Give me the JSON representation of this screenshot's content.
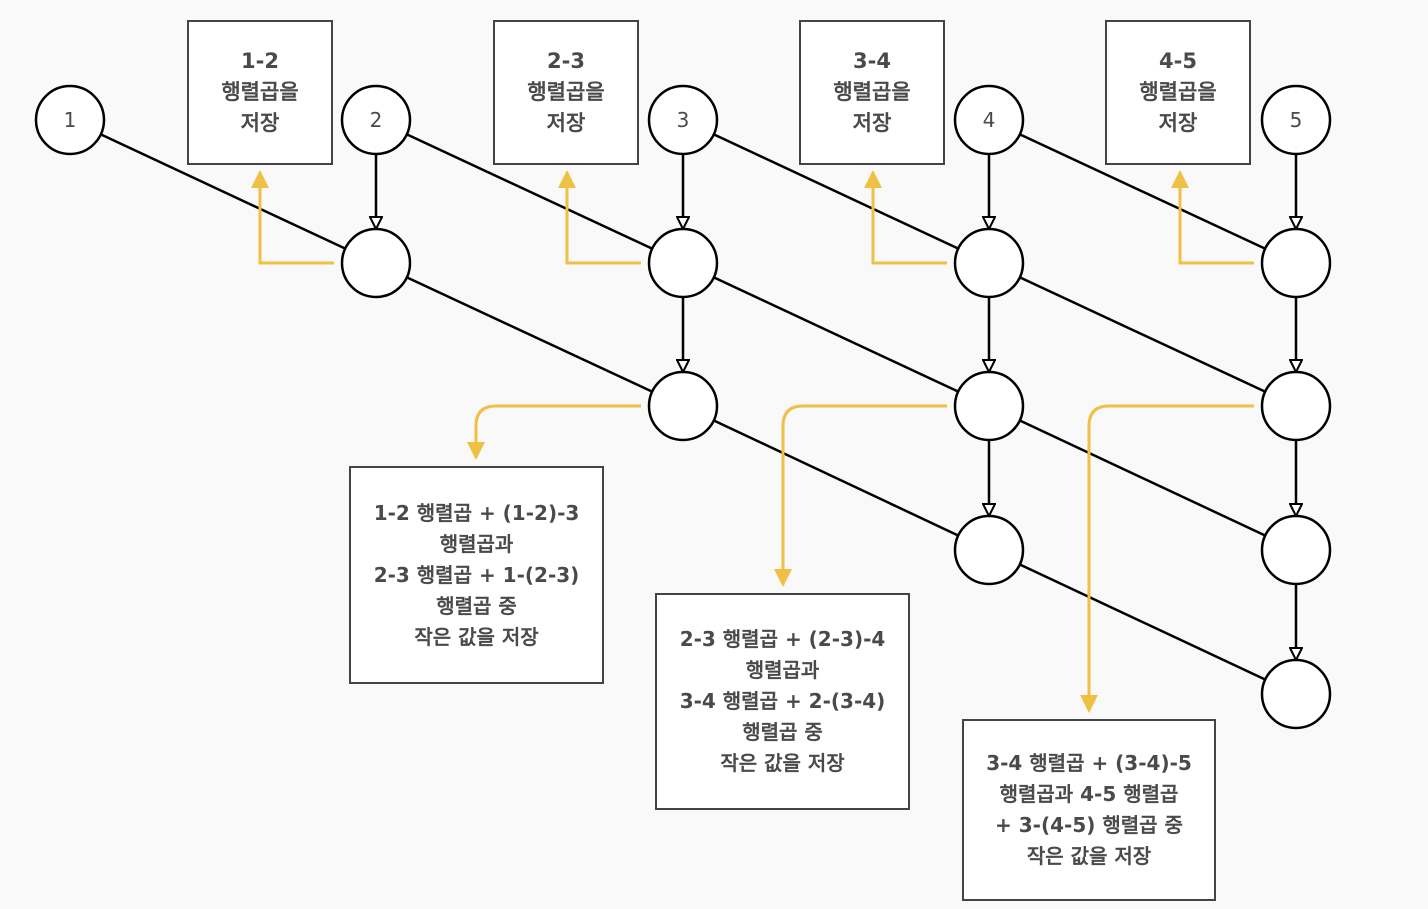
{
  "colors": {
    "background": "#f9f9f9",
    "stroke": "#000000",
    "accent_arrow": "#f0c044",
    "box_border": "#444444",
    "box_text": "#4a4a4a"
  },
  "input_nodes": [
    "1",
    "2",
    "3",
    "4",
    "5"
  ],
  "store_boxes": [
    "1-2\n행렬곱을\n저장",
    "2-3\n행렬곱을\n저장",
    "3-4\n행렬곱을\n저장",
    "4-5\n행렬곱을\n저장"
  ],
  "compare_boxes": [
    "1-2 행렬곱 + (1-2)-3\n행렬곱과\n2-3 행렬곱 + 1-(2-3)\n행렬곱 중\n작은 값을 저장",
    "2-3 행렬곱 + (2-3)-4\n행렬곱과\n3-4 행렬곱 + 2-(3-4)\n행렬곱 중\n작은 값을 저장",
    "3-4 행렬곱 + (3-4)-5\n행렬곱과 4-5 행렬곱\n+ 3-(4-5) 행렬곱 중\n작은 값을 저장"
  ]
}
